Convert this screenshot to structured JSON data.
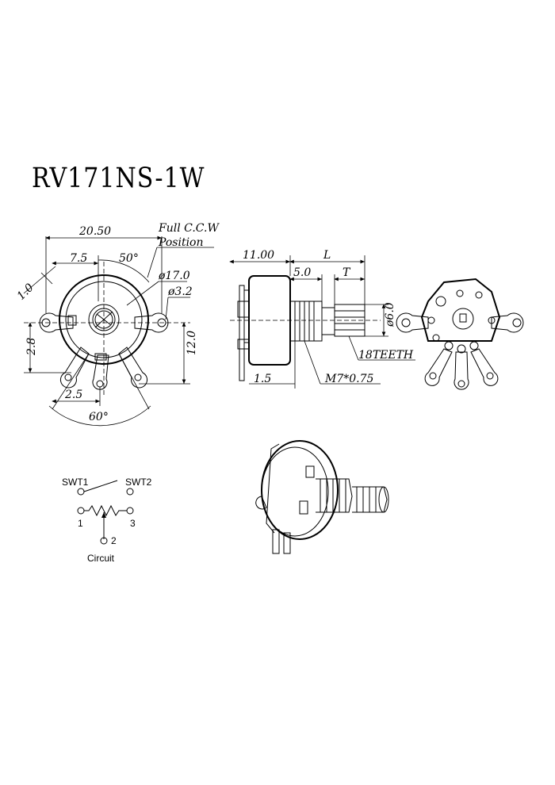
{
  "title": "RV171NS-1W",
  "front_view": {
    "width_dim": "20.50",
    "full_ccw_line1": "Full C.C.W",
    "full_ccw_line2": "Position",
    "offset_dim": "7.5",
    "angle_50": "50°",
    "dia_17": "ø17.0",
    "dia_3": "ø3.2",
    "thickness_dim": "1.0",
    "height_28": "2.8",
    "height_12": "12.0",
    "pitch_25": "2.5",
    "angle_60": "60°"
  },
  "side_view": {
    "body_dim": "11.00",
    "shaft_len": "L",
    "bushing_dim": "5.0",
    "knurl_len": "T",
    "shaft_dia": "ø6.0",
    "teeth": "18TEETH",
    "thread": "M7*0.75",
    "pin_dim": "1.5"
  },
  "circuit": {
    "swt1": "SWT1",
    "swt2": "SWT2",
    "pin1": "1",
    "pin2": "2",
    "pin3": "3",
    "caption": "Circuit"
  }
}
